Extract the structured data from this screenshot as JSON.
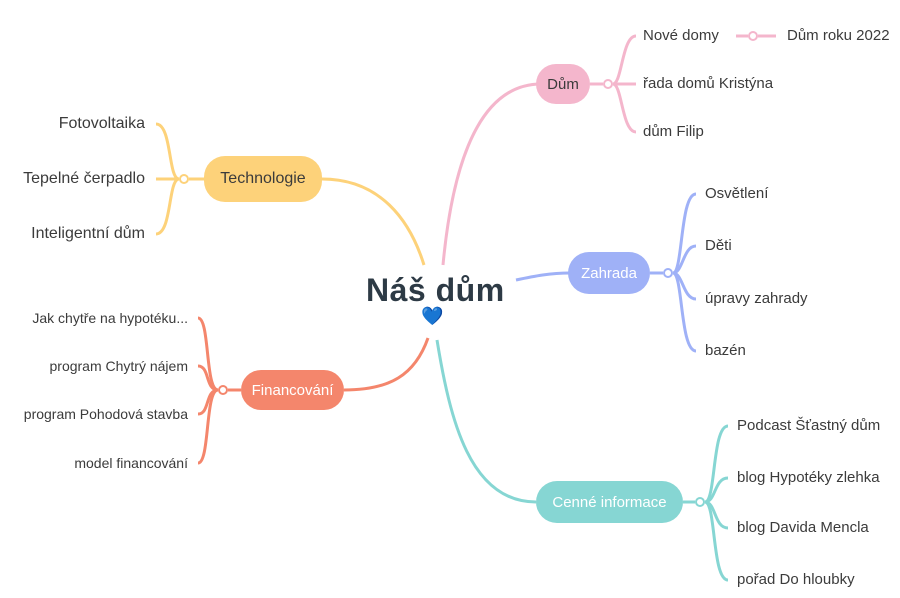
{
  "center": {
    "title": "Náš dům",
    "emoji": "💙"
  },
  "colors": {
    "dum": "#f4b6cc",
    "zahrada": "#9fb1f7",
    "cenne": "#86d6d3",
    "technologie": "#fdd27a",
    "financovani": "#f4866c"
  },
  "branches": {
    "dum": {
      "label": "Dům",
      "children": [
        "Nové domy",
        "řada domů Kristýna",
        "dům Filip"
      ],
      "sub": "Dům roku 2022"
    },
    "zahrada": {
      "label": "Zahrada",
      "children": [
        "Osvětlení",
        "Děti",
        "úpravy zahrady",
        "bazén"
      ]
    },
    "cenne": {
      "label": "Cenné informace",
      "children": [
        "Podcast Šťastný dům",
        "blog Hypotéky zlehka",
        "blog Davida Mencla",
        "pořad Do hloubky"
      ]
    },
    "technologie": {
      "label": "Technologie",
      "children": [
        "Fotovoltaika",
        "Tepelné čerpadlo",
        "Inteligentní dům"
      ]
    },
    "financovani": {
      "label": "Financování",
      "children": [
        "Jak chytře na hypotéku...",
        "program Chytrý nájem",
        "program Pohodová stavba",
        "model financování"
      ]
    }
  }
}
